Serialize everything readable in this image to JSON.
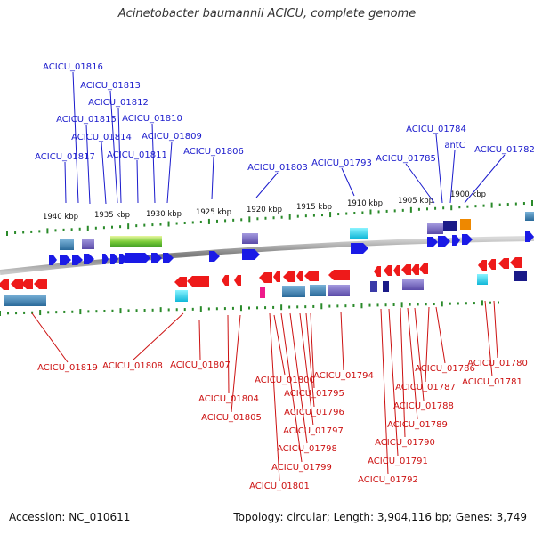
{
  "title": "Acinetobacter baumannii ACICU, complete genome",
  "footer": {
    "accession": "Accession: NC_010611",
    "summary": "Topology: circular; Length: 3,904,116 bp; Genes: 3,749"
  },
  "colors": {
    "forward_label": "#1a1acc",
    "reverse_label": "#cc1111",
    "forward_gene": "#1a1ae6",
    "reverse_gene": "#ee1a1a",
    "tick": "#2a8a2a",
    "backbone": "#8a8a8a"
  },
  "scale_ticks": [
    "1940 kbp",
    "1935 kbp",
    "1930 kbp",
    "1925 kbp",
    "1920 kbp",
    "1915 kbp",
    "1910 kbp",
    "1905 kbp",
    "1900 kbp"
  ],
  "forward_genes": [
    "ACICU_01816",
    "ACICU_01813",
    "ACICU_01812",
    "ACICU_01815",
    "ACICU_01810",
    "ACICU_01814",
    "ACICU_01809",
    "ACICU_01817",
    "ACICU_01811",
    "ACICU_01806",
    "ACICU_01803",
    "ACICU_01793",
    "ACICU_01784",
    "antC",
    "ACICU_01785",
    "ACICU_01782"
  ],
  "reverse_genes": [
    "ACICU_01819",
    "ACICU_01808",
    "ACICU_01807",
    "ACICU_01804",
    "ACICU_01805",
    "ACICU_01800",
    "ACICU_01794",
    "ACICU_01795",
    "ACICU_01796",
    "ACICU_01797",
    "ACICU_01798",
    "ACICU_01799",
    "ACICU_01801",
    "ACICU_01786",
    "ACICU_01787",
    "ACICU_01788",
    "ACICU_01789",
    "ACICU_01790",
    "ACICU_01791",
    "ACICU_01792",
    "ACICU_01780",
    "ACICU_01781"
  ]
}
